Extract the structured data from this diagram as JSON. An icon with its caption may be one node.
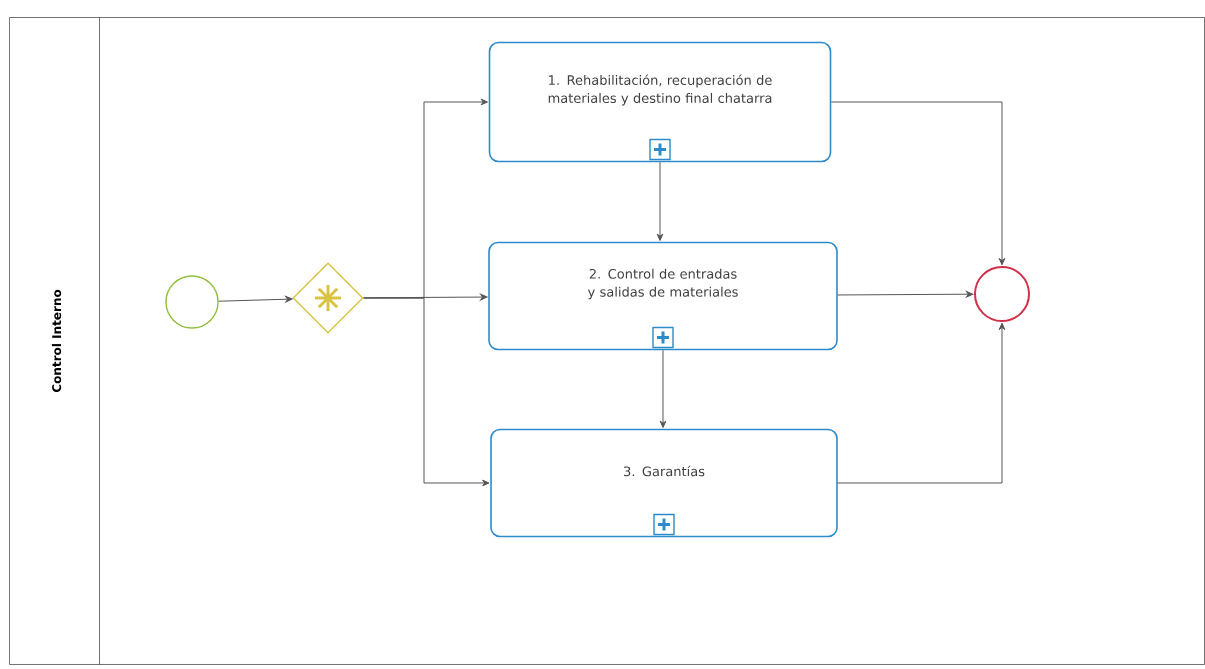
{
  "diagram": {
    "nodes": [
      {
        "text": [
          "Control Interno"
        ]
      },
      {
        "text": [],
        "shape": "circle",
        "in": 0
      },
      {
        "text": [],
        "shape": "diamond",
        "in": 0
      },
      {
        "text": [
          "1. Rehabilitación, recuperación de materiales y destino final chatarra"
        ],
        "in": 0
      },
      {
        "text": [
          "2. Control de entradas y salidas de materiales"
        ],
        "in": 0
      },
      {
        "text": [
          "3. Garantías"
        ],
        "in": 0
      },
      {
        "text": [],
        "shape": "circle",
        "in": 0
      }
    ],
    "edges": [
      {
        "from": 1,
        "to": 2,
        "arrow": "to"
      },
      {
        "from": 2,
        "to": 3,
        "arrow": "to"
      },
      {
        "from": 2,
        "to": 4,
        "arrow": "to"
      },
      {
        "from": 2,
        "to": 5,
        "arrow": "to"
      },
      {
        "from": 3,
        "to": 4,
        "arrow": "to"
      },
      {
        "from": 4,
        "to": 5,
        "arrow": "to"
      },
      {
        "from": 3,
        "to": 6,
        "arrow": "to"
      },
      {
        "from": 4,
        "to": 6,
        "arrow": "to"
      },
      {
        "from": 5,
        "to": 6,
        "arrow": "to"
      }
    ]
  }
}
